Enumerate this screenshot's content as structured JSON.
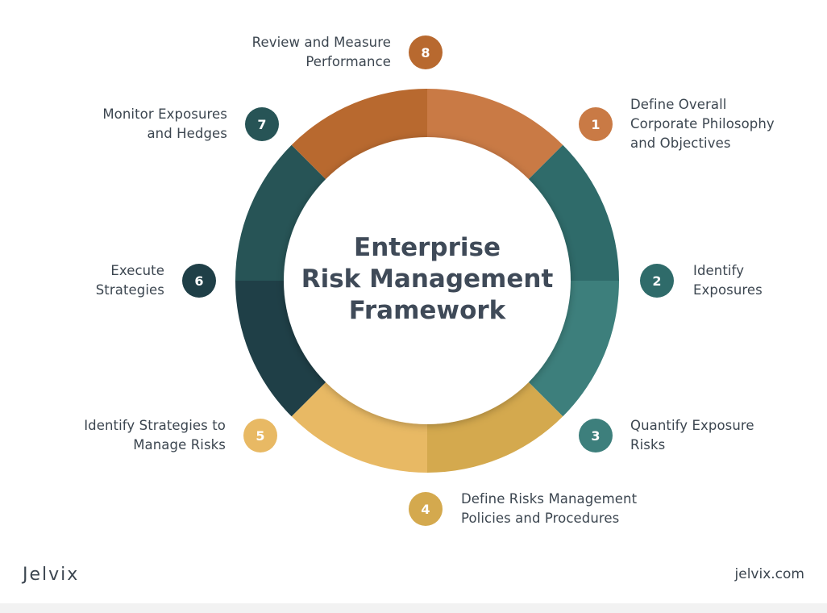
{
  "title_lines": [
    "Enterprise",
    "Risk Management",
    "Framework"
  ],
  "steps": [
    {
      "number": "1",
      "lines": [
        "Define Overall",
        "Corporate Philosophy",
        "and Objectives"
      ],
      "color": "#c97a45"
    },
    {
      "number": "2",
      "lines": [
        "Identify",
        "Exposures"
      ],
      "color": "#2f6b6a"
    },
    {
      "number": "3",
      "lines": [
        "Quantify Exposure",
        "Risks"
      ],
      "color": "#3d7f7c"
    },
    {
      "number": "4",
      "lines": [
        "Define Risks Management",
        "Policies and Procedures"
      ],
      "color": "#d4a94e"
    },
    {
      "number": "5",
      "lines": [
        "Identify Strategies to",
        "Manage Risks"
      ],
      "color": "#e8b964"
    },
    {
      "number": "6",
      "lines": [
        "Execute",
        "Strategies"
      ],
      "color": "#1f3f47"
    },
    {
      "number": "7",
      "lines": [
        "Monitor Exposures",
        "and Hedges"
      ],
      "color": "#275456"
    },
    {
      "number": "8",
      "lines": [
        "Review and Measure",
        "Performance"
      ],
      "color": "#b8692f"
    }
  ],
  "footer": {
    "logo": "Jelvix",
    "url": "jelvix.com"
  }
}
